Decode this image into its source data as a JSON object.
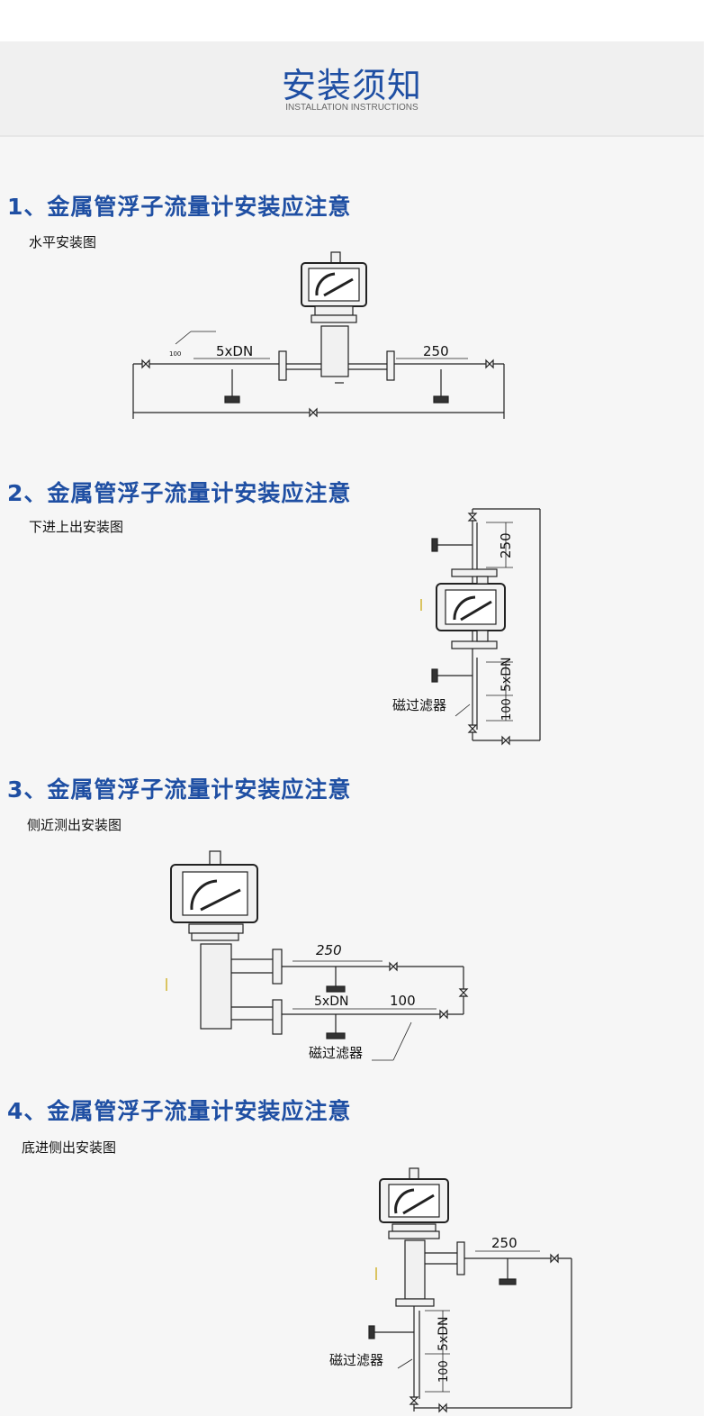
{
  "header": {
    "title": "安装须知",
    "subtitle": "INSTALLATION INSTRUCTIONS"
  },
  "sections": [
    {
      "title": "1、金属管浮子流量计安装应注意",
      "subtitle": "水平安装图",
      "labels": {
        "dim_left": "5xDN",
        "dim_left_small": "100",
        "dim_right": "250"
      }
    },
    {
      "title": "2、金属管浮子流量计安装应注意",
      "subtitle": "下进上出安装图",
      "labels": {
        "dim_top": "250",
        "dim_mid": "5xDN",
        "dim_bottom": "100",
        "filter": "磁过滤器"
      }
    },
    {
      "title": "3、金属管浮子流量计安装应注意",
      "subtitle": "侧近测出安装图",
      "labels": {
        "dim_top": "250",
        "dim_mid": "5xDN",
        "dim_small": "100",
        "filter": "磁过滤器"
      }
    },
    {
      "title": "4、金属管浮子流量计安装应注意",
      "subtitle": "底进侧出安装图",
      "labels": {
        "dim_top": "250",
        "dim_mid": "5xDN",
        "dim_bottom": "100",
        "filter": "磁过滤器"
      }
    }
  ],
  "colors": {
    "accent": "#1f4fa3",
    "text": "#111111",
    "background": "#f6f6f6"
  }
}
